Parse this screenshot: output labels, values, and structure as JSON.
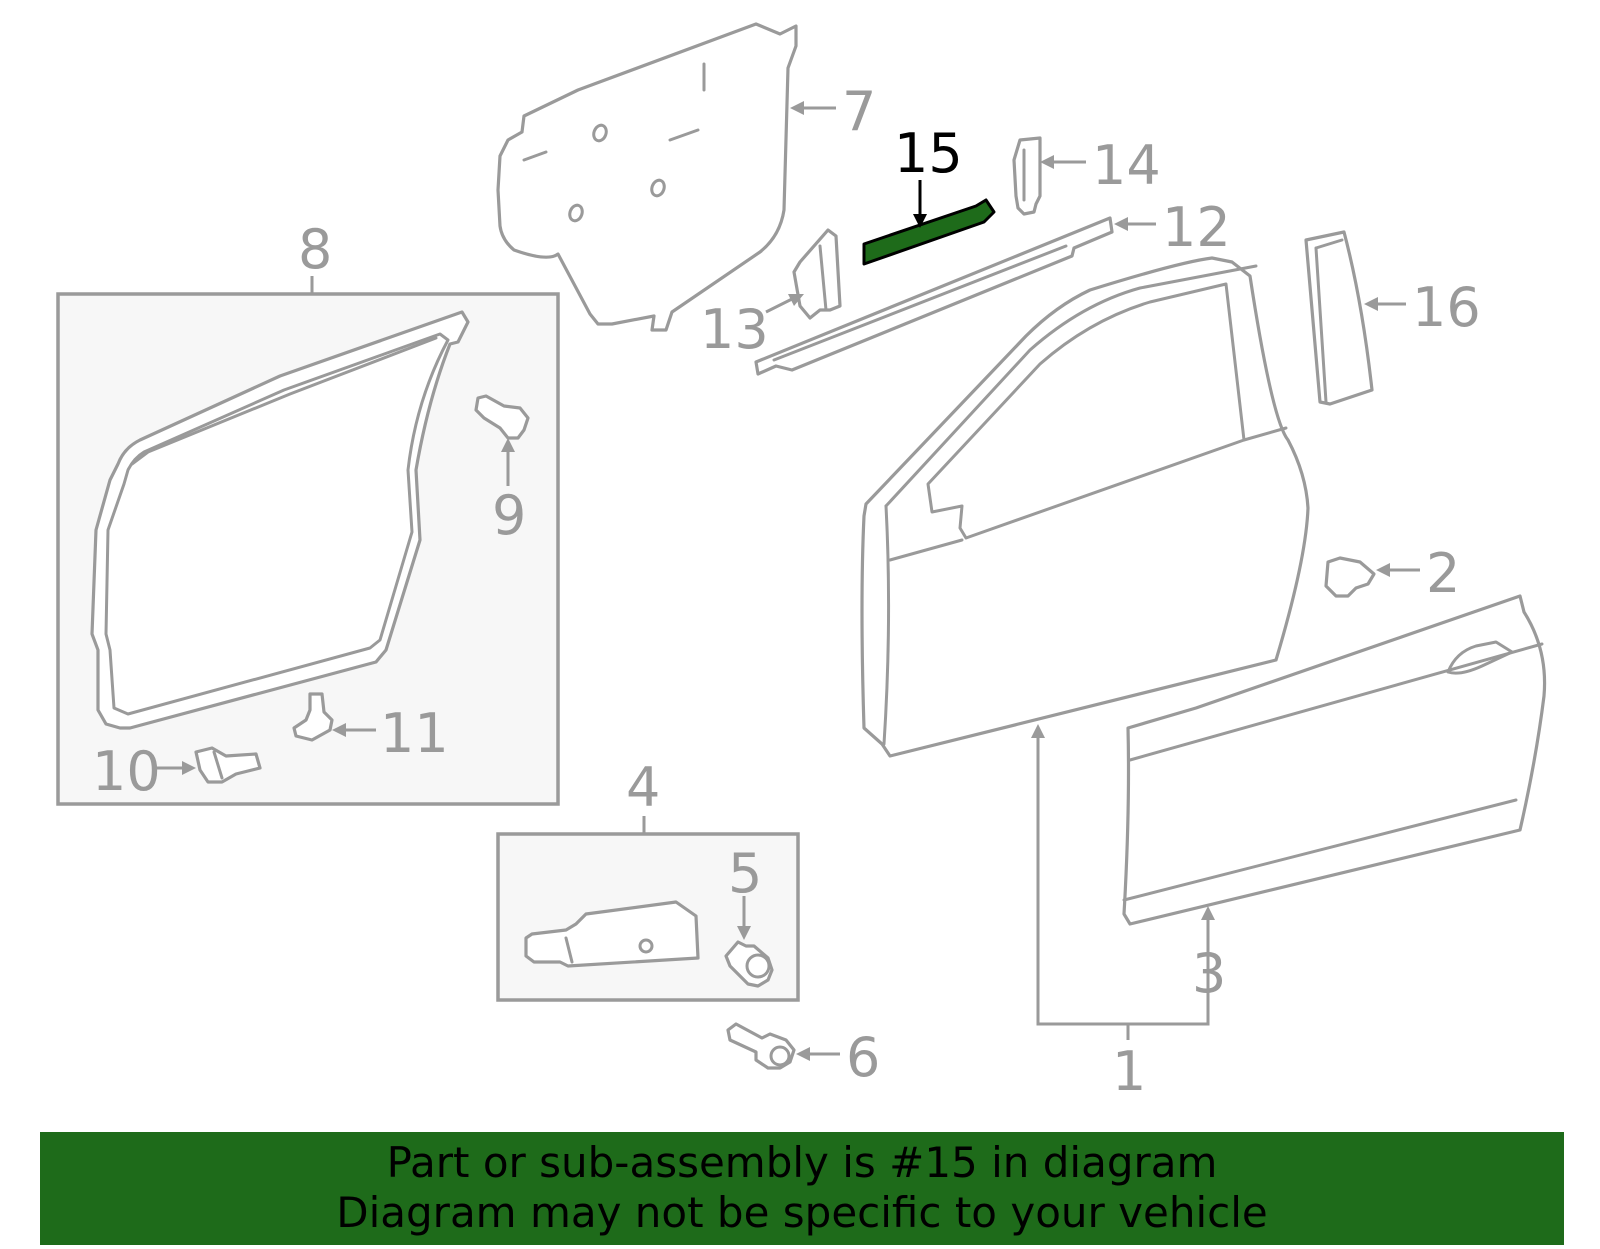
{
  "diagram": {
    "callouts": [
      "1",
      "2",
      "3",
      "4",
      "5",
      "6",
      "7",
      "8",
      "9",
      "10",
      "11",
      "12",
      "13",
      "14",
      "15",
      "16"
    ],
    "highlighted_callout": "15",
    "highlight_color": "#1e6b1a",
    "line_color": "#9a9a9a"
  },
  "banner": {
    "line1": "Part or sub-assembly is #15 in diagram",
    "line2": "Diagram may not be specific to your vehicle",
    "background": "#1e6b1a"
  }
}
